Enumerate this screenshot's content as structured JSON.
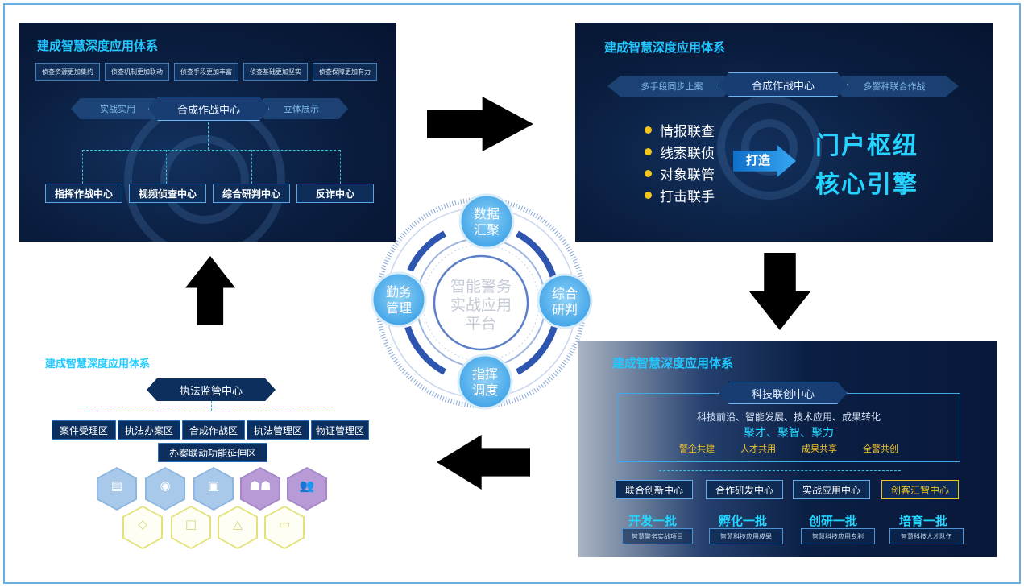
{
  "panel_top_left": {
    "title": "建成智慧深度应用体系",
    "tags": [
      "侦查资源更加集约",
      "侦查机制更加联动",
      "侦查手段更加丰富",
      "侦查基础更加坚实",
      "侦查保障更加有力"
    ],
    "center": "合成作战中心",
    "left": "实战实用",
    "right": "立体展示",
    "boxes": [
      "指挥作战中心",
      "视频侦查中心",
      "综合研判中心",
      "反诈中心"
    ]
  },
  "panel_top_right": {
    "title": "建成智慧深度应用体系",
    "left": "多手段同步上案",
    "center": "合成作战中心",
    "right": "多警种联合作战",
    "bullets": [
      "情报联查",
      "线索联侦",
      "对象联管",
      "打击联手"
    ],
    "arrow_label": "打造",
    "big1": "门户枢纽",
    "big2": "核心引擎"
  },
  "panel_bottom_right": {
    "title": "建成智慧深度应用体系",
    "center": "科技联创中心",
    "line1": "科技前沿、智能发展、技术应用、成果转化",
    "line2": "聚才、聚智、聚力",
    "line3": [
      "警企共建",
      "人才共用",
      "成果共享",
      "全警共创"
    ],
    "boxes": [
      "联合创新中心",
      "合作研发中心",
      "实战应用中心",
      "创客汇智中心"
    ],
    "big": [
      "开发一批",
      "孵化一批",
      "创研一批",
      "培育一批"
    ],
    "small": [
      "智慧警务实战项目",
      "智慧科技应用成果",
      "智慧科技应用专利",
      "智慧科技人才队伍"
    ]
  },
  "panel_bottom_left": {
    "title": "建成智慧深度应用体系",
    "top": "执法监管中心",
    "row": [
      "案件受理区",
      "执法办案区",
      "合成作战区",
      "执法管理区",
      "物证管理区"
    ],
    "bottom": "办案联动功能延伸区"
  },
  "wheel": {
    "center": [
      "智能警务",
      "实战应用",
      "平台"
    ],
    "nodes": [
      {
        "l1": "数据",
        "l2": "汇聚"
      },
      {
        "l1": "综合",
        "l2": "研判"
      },
      {
        "l1": "指挥",
        "l2": "调度"
      },
      {
        "l1": "勤务",
        "l2": "管理"
      }
    ]
  },
  "colors": {
    "accent": "#22c8ff",
    "panel_bg": "#0a1d3e",
    "gold": "#f1c42a",
    "bullet": "#f5c518",
    "ring": "#4a78c9"
  }
}
